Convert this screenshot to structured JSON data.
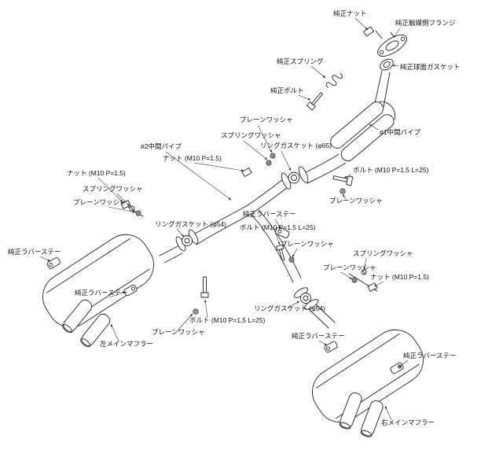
{
  "diagram": {
    "kind": "exploded parts installation diagram",
    "subject": "dual exhaust system",
    "background_color": "#ffffff",
    "line_color": "#222222"
  },
  "labels": [
    {
      "id": "genuine-nut",
      "text": "純正ナット"
    },
    {
      "id": "genuine-catalyst-side-flange",
      "text": "純正触媒側フランジ"
    },
    {
      "id": "genuine-spherical-gasket",
      "text": "純正球面ガスケット"
    },
    {
      "id": "genuine-spring",
      "text": "純正スプリング"
    },
    {
      "id": "genuine-bolt",
      "text": "純正ボルト"
    },
    {
      "id": "no1-intermediate-pipe",
      "text": "#1中間パイプ"
    },
    {
      "id": "plain-washer-top",
      "text": "プレーンワッシャ"
    },
    {
      "id": "spring-washer-top",
      "text": "スプリングワッシャ"
    },
    {
      "id": "ring-gasket-65",
      "text": "リングガスケット (φ65)"
    },
    {
      "id": "no2-intermediate-pipe",
      "text": "#2中間パイプ"
    },
    {
      "id": "nut-m10-top",
      "text": "ナット (M10 P=1.5)"
    },
    {
      "id": "bolt-m10-right",
      "text": "ボルト (M10 P=1.5 L=25)"
    },
    {
      "id": "plain-washer-right",
      "text": "プレーンワッシャ"
    },
    {
      "id": "nut-m10-left",
      "text": "ナット (M10 P=1.5)"
    },
    {
      "id": "spring-washer-left",
      "text": "スプリングワッシャ"
    },
    {
      "id": "plain-washer-left",
      "text": "プレーンワッシャ"
    },
    {
      "id": "ring-gasket-54-left",
      "text": "リングガスケット (φ54)"
    },
    {
      "id": "genuine-rubber-stay-center",
      "text": "純正ラバーステー"
    },
    {
      "id": "bolt-m10-center",
      "text": "ボルト (M10 P=1.5 L=25)"
    },
    {
      "id": "plain-washer-center",
      "text": "プレーンワッシャ"
    },
    {
      "id": "spring-washer-rightside",
      "text": "スプリングワッシャ"
    },
    {
      "id": "plain-washer-rightside",
      "text": "プレーンワッシャ"
    },
    {
      "id": "nut-m10-rightside",
      "text": "ナット (M10 P=1.5)"
    },
    {
      "id": "genuine-rubber-stay-farleft",
      "text": "純正ラバーステー"
    },
    {
      "id": "genuine-rubber-stay-leftmid",
      "text": "純正ラバーステー"
    },
    {
      "id": "bolt-m10-bottom",
      "text": "ボルト (M10 P=1.5 L=25)"
    },
    {
      "id": "plain-washer-bottom",
      "text": "プレーンワッシャ"
    },
    {
      "id": "ring-gasket-54-right",
      "text": "リングガスケット (φ54)"
    },
    {
      "id": "left-main-muffler",
      "text": "左メインマフラー"
    },
    {
      "id": "genuine-rubber-stay-rm-left",
      "text": "純正ラバーステー"
    },
    {
      "id": "genuine-rubber-stay-rm-right",
      "text": "純正ラバーステー"
    },
    {
      "id": "right-main-muffler",
      "text": "右メインマフラー"
    }
  ]
}
